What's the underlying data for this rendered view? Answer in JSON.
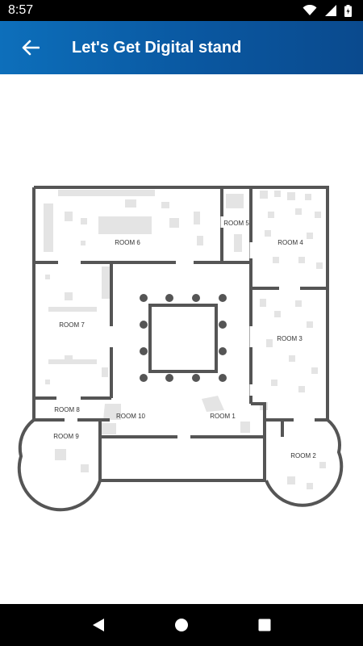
{
  "status_bar": {
    "time": "8:57",
    "icons": [
      "wifi-icon",
      "signal-icon",
      "battery-icon"
    ]
  },
  "app_bar": {
    "title": "Let's Get Digital stand",
    "back_icon": "arrow-left-icon",
    "gradient": [
      "#0d6fbb",
      "#0a4a8e"
    ]
  },
  "floor_plan": {
    "wall_color": "#555555",
    "furniture_color": "#e4e4e4",
    "rooms": [
      {
        "id": "room-6",
        "label": "ROOM 6"
      },
      {
        "id": "room-5",
        "label": "ROOM 5"
      },
      {
        "id": "room-4",
        "label": "ROOM 4"
      },
      {
        "id": "room-7",
        "label": "ROOM 7"
      },
      {
        "id": "room-3",
        "label": "ROOM 3"
      },
      {
        "id": "room-8",
        "label": "ROOM 8"
      },
      {
        "id": "room-10",
        "label": "ROOM 10"
      },
      {
        "id": "room-1",
        "label": "ROOM 1"
      },
      {
        "id": "room-9",
        "label": "ROOM 9"
      },
      {
        "id": "room-2",
        "label": "ROOM 2"
      }
    ]
  },
  "nav_bar": {
    "buttons": [
      "back-triangle-icon",
      "home-circle-icon",
      "recents-square-icon"
    ]
  }
}
